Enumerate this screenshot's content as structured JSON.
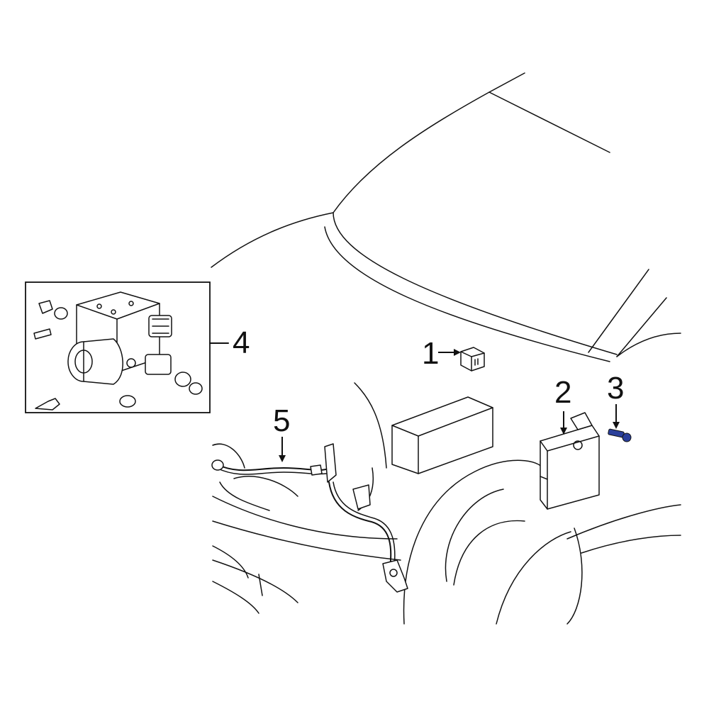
{
  "callouts": [
    {
      "id": "1",
      "label": "1"
    },
    {
      "id": "2",
      "label": "2"
    },
    {
      "id": "3",
      "label": "3"
    },
    {
      "id": "4",
      "label": "4"
    },
    {
      "id": "5",
      "label": "5"
    }
  ],
  "colors": {
    "line": "#111111",
    "highlight_part": "#2a3f9a",
    "background": "#ffffff"
  }
}
